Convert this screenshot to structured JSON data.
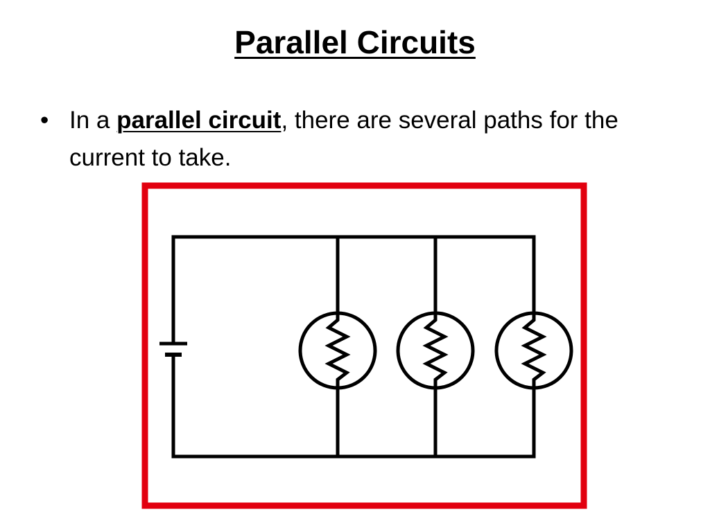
{
  "slide": {
    "title": "Parallel Circuits"
  },
  "bullet": {
    "marker": "•",
    "intro": "In a ",
    "term": "parallel circuit",
    "rest": ", there are several paths for the current to take."
  },
  "diagram": {
    "frame_color": "#e2000f",
    "wire_color": "#000000",
    "components": {
      "battery_count": 1,
      "resistor_count": 3
    }
  }
}
